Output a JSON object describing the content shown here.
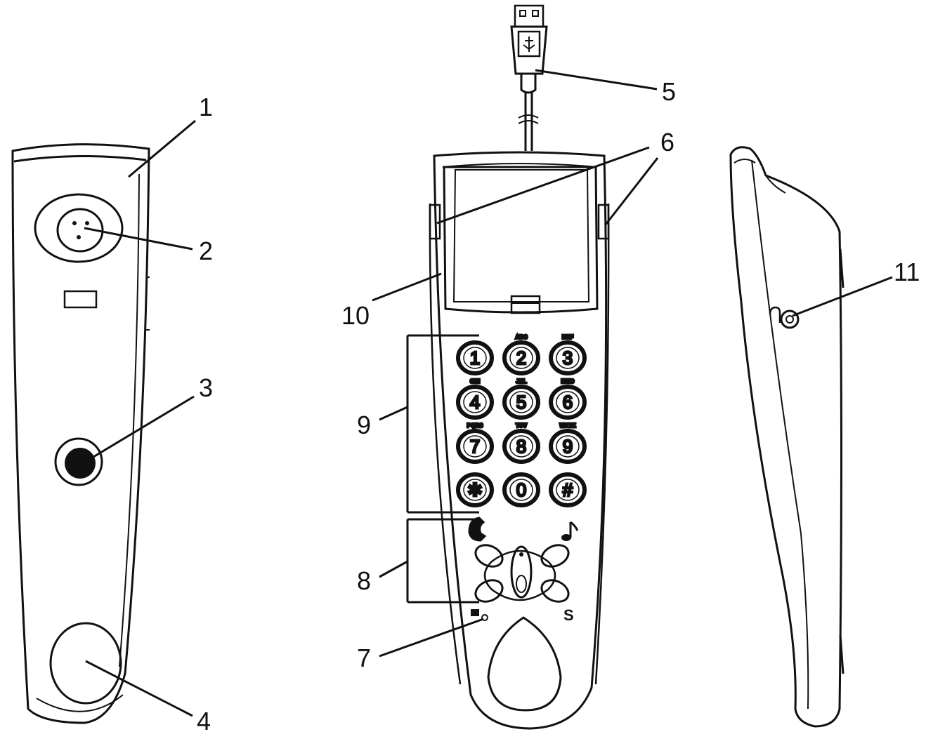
{
  "callouts": {
    "c1": "1",
    "c2": "2",
    "c3": "3",
    "c4": "4",
    "c5": "5",
    "c6": "6",
    "c7": "7",
    "c8": "8",
    "c9": "9",
    "c10": "10",
    "c11": "11"
  },
  "keypad": {
    "keys": [
      {
        "label": "1",
        "sub": ""
      },
      {
        "label": "2",
        "sub": "ABC"
      },
      {
        "label": "3",
        "sub": "DEF"
      },
      {
        "label": "4",
        "sub": "GHI"
      },
      {
        "label": "5",
        "sub": "JKL"
      },
      {
        "label": "6",
        "sub": "MNO"
      },
      {
        "label": "7",
        "sub": "PQRS"
      },
      {
        "label": "8",
        "sub": "TUV"
      },
      {
        "label": "9",
        "sub": "WXYZ"
      },
      {
        "label": "✱",
        "sub": ""
      },
      {
        "label": "0",
        "sub": ""
      },
      {
        "label": "#",
        "sub": ""
      }
    ]
  },
  "nav": {
    "s_label": "S"
  },
  "icons": {
    "handset": "phone-handset-icon",
    "music": "music-note-icon",
    "mute": "mute-icon",
    "headset": "headset-jack-icon",
    "usb": "usb-plug-icon"
  }
}
